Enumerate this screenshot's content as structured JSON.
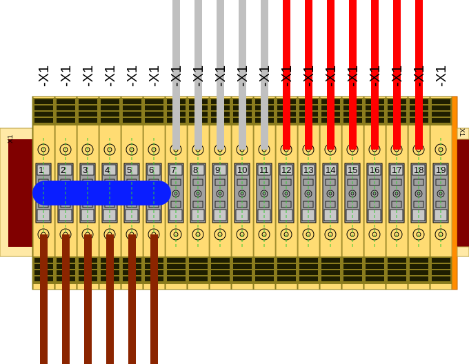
{
  "strip_label": "-X1",
  "end_plate_label": "X1",
  "terminals": [
    {
      "number": "1",
      "label": "-X1",
      "wire_top": "none",
      "wire_bottom": "brown",
      "bridged": true
    },
    {
      "number": "2",
      "label": "-X1",
      "wire_top": "none",
      "wire_bottom": "brown",
      "bridged": true
    },
    {
      "number": "3",
      "label": "-X1",
      "wire_top": "none",
      "wire_bottom": "brown",
      "bridged": true
    },
    {
      "number": "4",
      "label": "-X1",
      "wire_top": "none",
      "wire_bottom": "brown",
      "bridged": true
    },
    {
      "number": "5",
      "label": "-X1",
      "wire_top": "none",
      "wire_bottom": "brown",
      "bridged": true
    },
    {
      "number": "6",
      "label": "-X1",
      "wire_top": "none",
      "wire_bottom": "brown",
      "bridged": true
    },
    {
      "number": "7",
      "label": "-X1",
      "wire_top": "grey",
      "wire_bottom": "none",
      "bridged": false
    },
    {
      "number": "8",
      "label": "-X1",
      "wire_top": "grey",
      "wire_bottom": "none",
      "bridged": false
    },
    {
      "number": "9",
      "label": "-X1",
      "wire_top": "grey",
      "wire_bottom": "none",
      "bridged": false
    },
    {
      "number": "10",
      "label": "-X1",
      "wire_top": "grey",
      "wire_bottom": "none",
      "bridged": false
    },
    {
      "number": "11",
      "label": "-X1",
      "wire_top": "grey",
      "wire_bottom": "none",
      "bridged": false
    },
    {
      "number": "12",
      "label": "-X1",
      "wire_top": "red",
      "wire_bottom": "none",
      "bridged": false
    },
    {
      "number": "13",
      "label": "-X1",
      "wire_top": "red",
      "wire_bottom": "none",
      "bridged": false
    },
    {
      "number": "14",
      "label": "-X1",
      "wire_top": "red",
      "wire_bottom": "none",
      "bridged": false
    },
    {
      "number": "15",
      "label": "-X1",
      "wire_top": "red",
      "wire_bottom": "none",
      "bridged": false
    },
    {
      "number": "16",
      "label": "-X1",
      "wire_top": "red",
      "wire_bottom": "none",
      "bridged": false
    },
    {
      "number": "17",
      "label": "-X1",
      "wire_top": "red",
      "wire_bottom": "none",
      "bridged": false
    },
    {
      "number": "18",
      "label": "-X1",
      "wire_top": "red",
      "wire_bottom": "none",
      "bridged": false
    },
    {
      "number": "19",
      "label": "-X1",
      "wire_top": "none",
      "wire_bottom": "none",
      "bridged": false
    }
  ],
  "colors": {
    "terminal_body": "#ffdc73",
    "rail_dark": "#1e1e00",
    "rail_olive": "#8b7d1e",
    "terminal_insert": "#a0a0a0",
    "bridge": "#0a1eff",
    "wire_brown": "#8b2500",
    "wire_grey": "#c0c0c0",
    "wire_red": "#ff0000",
    "end_bracket": "#800000",
    "end_plate": "#ff8c00",
    "guide_line": "#32cd32"
  }
}
